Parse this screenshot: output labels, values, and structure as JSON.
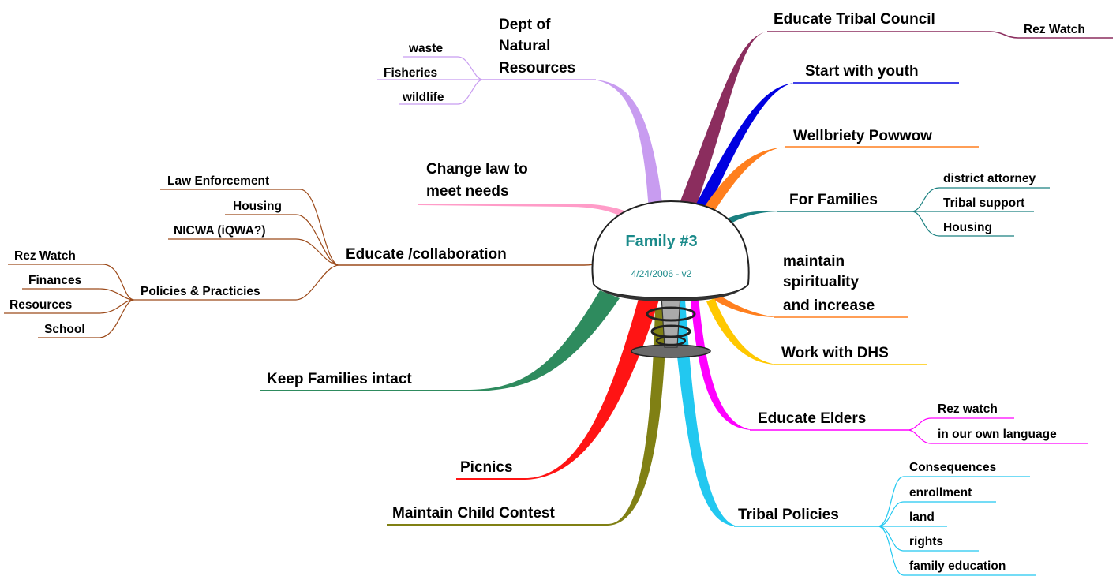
{
  "center": {
    "title": "Family #3",
    "date": "4/24/2006 - v2",
    "title_color": "#1a8a8a"
  },
  "right": {
    "educate_council": {
      "label": "Educate Tribal Council",
      "color": "#8b2d5e",
      "subs": [
        "Rez Watch"
      ]
    },
    "youth": {
      "label": "Start with youth",
      "color": "#0000e0"
    },
    "powwow": {
      "label": "Wellbriety Powwow",
      "color": "#ff7f1e"
    },
    "families": {
      "label": "For Families",
      "color": "#1a8080",
      "subs": [
        "district attorney",
        "Tribal support",
        "Housing"
      ]
    },
    "spirituality": {
      "lines": [
        "maintain",
        "spirituality",
        "and increase"
      ],
      "color": "#ff7f1e"
    },
    "dhs": {
      "label": "Work with DHS",
      "color": "#ffc800"
    },
    "elders": {
      "label": "Educate Elders",
      "color": "#ff00ff",
      "subs": [
        "Rez watch",
        "in our own language"
      ]
    },
    "policies": {
      "label": "Tribal Policies",
      "color": "#22c8f0",
      "subs": [
        "Consequences",
        "enrollment",
        "land",
        "rights",
        "family education"
      ]
    }
  },
  "left": {
    "dnr": {
      "lines": [
        "Dept  of",
        "Natural",
        "Resources"
      ],
      "color": "#c89cf0",
      "subs": [
        "waste",
        "Fisheries",
        "wildlife"
      ]
    },
    "law": {
      "lines": [
        "Change law to",
        "meet needs"
      ],
      "color": "#ff9cc8"
    },
    "educate": {
      "label": "Educate /collaboration",
      "color": "#9c4a1a",
      "subs": [
        "Law Enforcement",
        "Housing",
        "NICWA (iQWA?)",
        "Policies & Practicies"
      ],
      "policies_subs": [
        "Rez Watch",
        "Finances",
        "Resources",
        "School"
      ]
    },
    "intact": {
      "label": "Keep Families intact",
      "color": "#2e8b5e"
    },
    "picnics": {
      "label": "Picnics",
      "color": "#ff1414"
    },
    "contest": {
      "label": "Maintain Child Contest",
      "color": "#808014"
    }
  }
}
